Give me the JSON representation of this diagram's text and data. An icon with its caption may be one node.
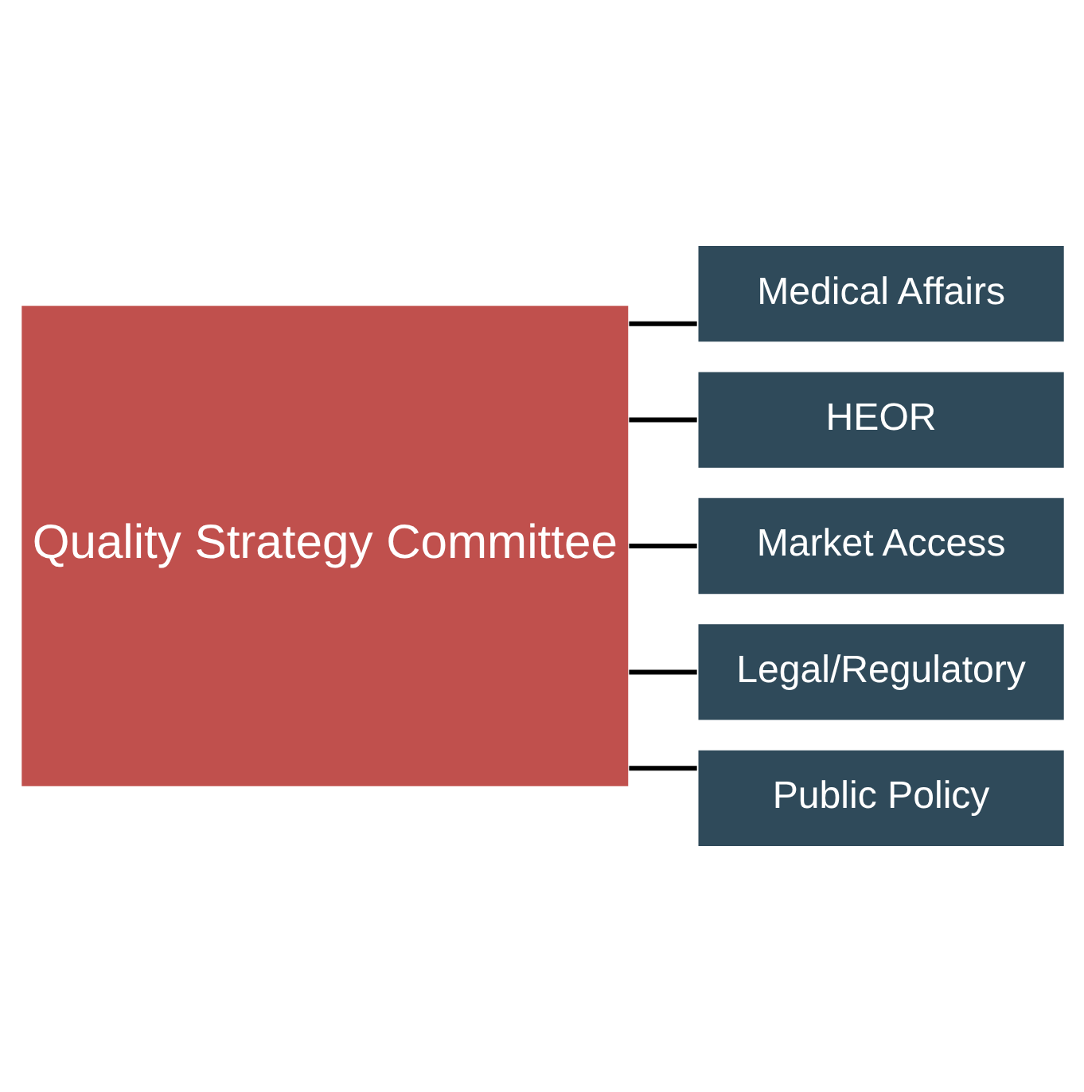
{
  "diagram": {
    "nodes": [
      {
        "text": [
          "Quality Strategy Committee"
        ]
      },
      {
        "text": [
          "Medical Affairs"
        ]
      },
      {
        "text": [
          "HEOR"
        ]
      },
      {
        "text": [
          "Market Access"
        ]
      },
      {
        "text": [
          "Legal/Regulatory"
        ]
      },
      {
        "text": [
          "Public Policy"
        ]
      }
    ],
    "edges": [
      {
        "from": 0,
        "to": 1,
        "arrow": "none"
      },
      {
        "from": 0,
        "to": 2,
        "arrow": "none"
      },
      {
        "from": 0,
        "to": 3,
        "arrow": "none"
      },
      {
        "from": 0,
        "to": 4,
        "arrow": "none"
      },
      {
        "from": 0,
        "to": 5,
        "arrow": "none"
      }
    ]
  }
}
